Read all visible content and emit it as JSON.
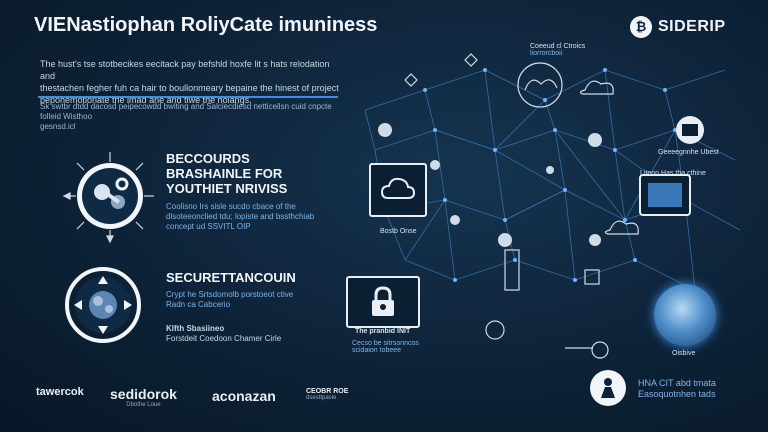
{
  "header": {
    "title": "VIENastiophan RoliyCate imuniness",
    "brand_logo": "bitcoin-icon",
    "brand_name": "SIDERIP"
  },
  "intro": {
    "line1": "The hust's tse stotbecikes eecitack pay befshld hoxfe lit s hats relodation and",
    "line2": "thestachen fegher fuh ca hair to boullonmeary bepaine the hinest of project",
    "line3": "pepohemotioriate the imad ane and tiwe the holangs.",
    "sub1": "Sk swtbr dtdd dacosd peipecowdd bwiting and Salciecdiesd netticeilsn cuid cnpcte folleid Wisthoo",
    "sub2": "gesnsd.icl"
  },
  "features": [
    {
      "heading1": "BECCOURDS",
      "heading2": "BRASHAINLE FOR",
      "heading3": "YOUTHIET NRIVISS",
      "sub1": "Coolisno Irs sisle sucdo cbace of the",
      "sub2": "dlsoteeonclied tdu; lopiste and bssthchiab",
      "sub3": "concept ud SSVITL OIP",
      "icon": "security-keys-icon"
    },
    {
      "heading1": "SECURETTANCOUIN",
      "sub1": "Crypt he Srtsdomolb porstoeot ctive",
      "sub2": "Radn ca Cabcerio",
      "note1": "Klfth Sbasiineo",
      "note2": "Forstdeit Coedoon Chamer Cirle",
      "icon": "lock-shield-icon"
    }
  ],
  "diagram": {
    "tile1_caption": "Bostb Onse",
    "tile2_caption": "The pranbid INIT",
    "tile2_sub1": "Cecso be sitrsonncos",
    "tile2_sub2": "scidaion tobeee",
    "top_label1": "Coeeud cl Ctroics",
    "top_label2": "liorrorcboii",
    "right_label1": "Geeeegnnhe Ubest",
    "right_label2": "Liteon Has tha cthine",
    "sphere_caption": "Oisbive"
  },
  "partners": [
    {
      "name": "tawercok"
    },
    {
      "name": "sedidorok",
      "sub": "Dbothe Loue"
    },
    {
      "name": "aconazan"
    },
    {
      "name": "CEOBR ROE",
      "sub": "dsesttpasie"
    }
  ],
  "bottom_right": {
    "icon": "person-icon",
    "line1": "HNA CIT abd tmata",
    "line2": "Easoquotnhen tads"
  },
  "colors": {
    "background": "#0d2238",
    "accent": "#3d8ee0",
    "text": "#e8eef5"
  }
}
